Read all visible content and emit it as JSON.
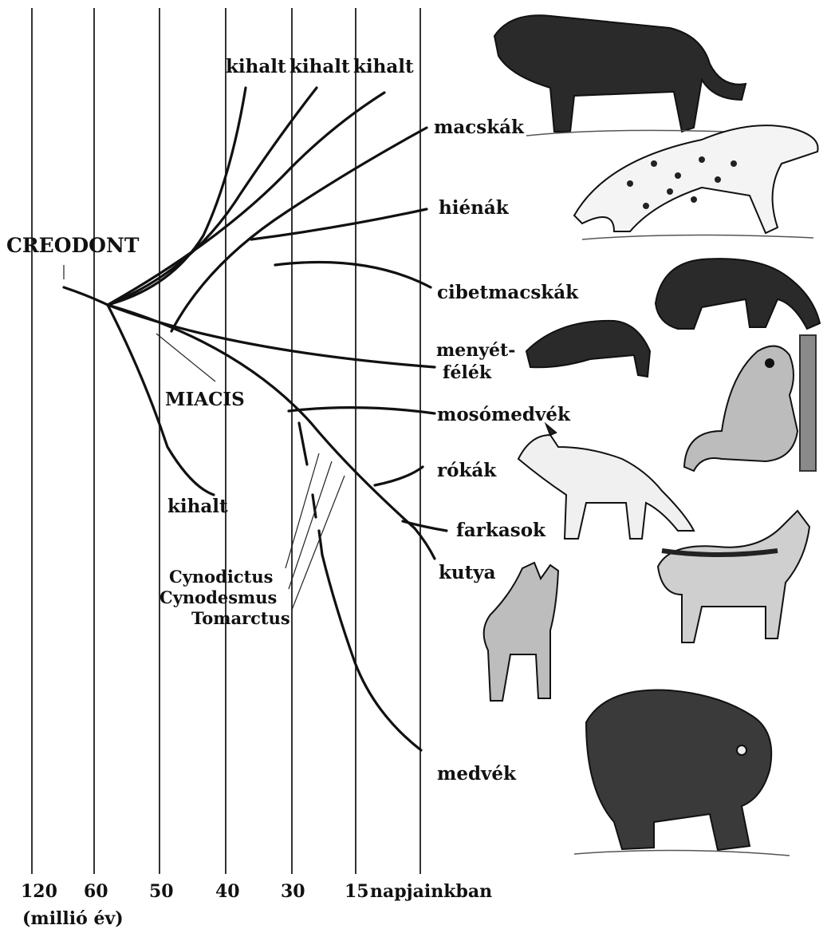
{
  "colors": {
    "ink": "#111111",
    "background": "#ffffff",
    "animal_fill": "#2a2a2a"
  },
  "root": {
    "label": "CREODONT"
  },
  "ancestor": {
    "label": "MIACIS"
  },
  "extinct_labels": [
    "kihalt",
    "kihalt",
    "kihalt",
    "kihalt"
  ],
  "lineages": {
    "macskak": "macskák",
    "hienak": "hiénák",
    "cibetmacskak": "cibetmacskák",
    "menyet1": "menyét-",
    "menyet2": "félék",
    "mosomedvek": "mosómedvék",
    "rokak": "rókák",
    "farkasok": "farkasok",
    "kutya": "kutya",
    "medvek": "medvék"
  },
  "fossils": [
    "Cynodictus",
    "Cynodesmus",
    "Tomarctus"
  ],
  "axis": {
    "ticks": [
      "120",
      "60",
      "50",
      "40",
      "30",
      "15",
      "napjainkban"
    ],
    "unit": "(millió év)"
  },
  "animals": [
    "cat-illustration",
    "hyena-illustration",
    "civet-illustration",
    "weasel-illustration",
    "raccoon-illustration",
    "fox-illustration",
    "wolf-illustration",
    "dog-illustration",
    "bear-illustration"
  ]
}
